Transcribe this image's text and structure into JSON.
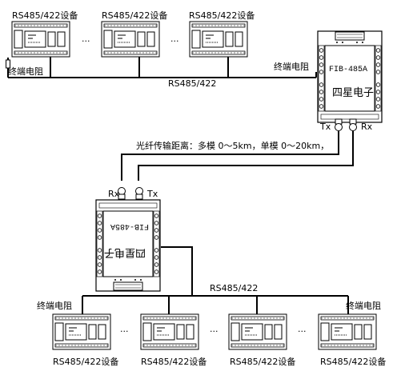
{
  "devices_top": [
    "RS485/422设备",
    "RS485/422设备",
    "RS485/422设备"
  ],
  "devices_bottom": [
    "RS485/422设备",
    "RS485/422设备",
    "RS485/422设备",
    "RS485/422设备"
  ],
  "ellipsis": "···",
  "terminal_resistor": "终端电阻",
  "bus_label": "RS485/422",
  "fiber_text": "光纤传输距离：多模 0～5km，单模 0～20km，",
  "converter_model": "FIB-485A",
  "converter_brand": "四星电子",
  "port_tx": "Tx",
  "port_rx": "Rx"
}
